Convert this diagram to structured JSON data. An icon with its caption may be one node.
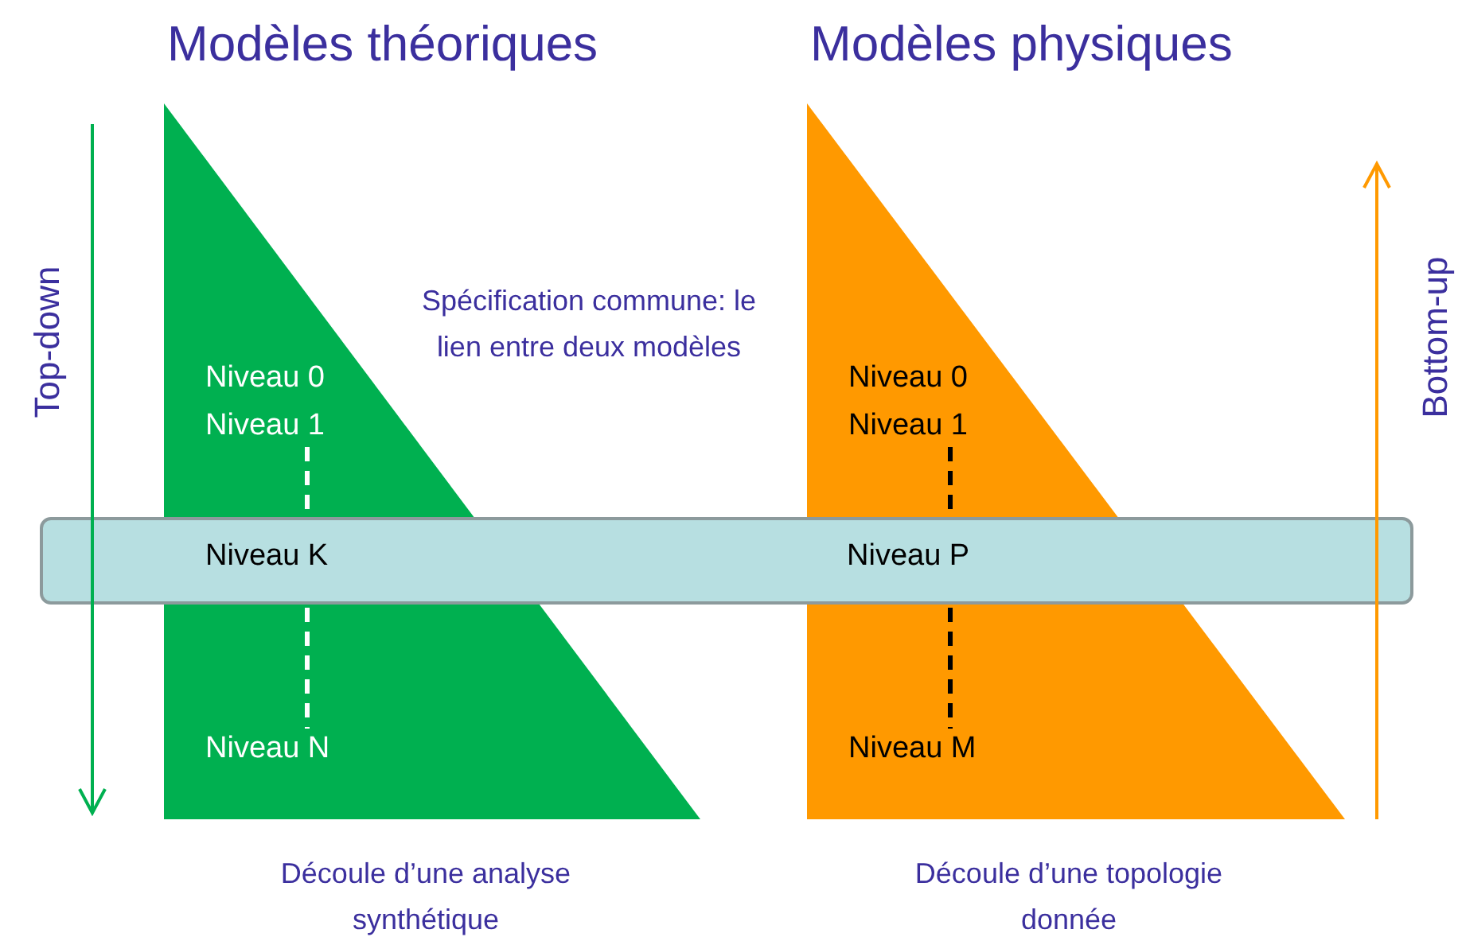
{
  "diagram": {
    "nodes": [
      {
        "text": [
          "Modèles théoriques"
        ],
        "beside": [
          "Découle d’une analyse synthétique"
        ]
      },
      {
        "text": [
          "Niveau 0"
        ],
        "in": 0
      },
      {
        "text": [
          "Niveau 1"
        ],
        "in": 0
      },
      {
        "text": [
          "Niveau N"
        ],
        "in": 0
      },
      {
        "text": [
          "Modèles physiques"
        ],
        "beside": [
          "Découle d’une topologie donnée"
        ]
      },
      {
        "text": [
          "Niveau 0"
        ],
        "in": 4
      },
      {
        "text": [
          "Niveau 1"
        ],
        "in": 4
      },
      {
        "text": [
          "Niveau M"
        ],
        "in": 4
      },
      {
        "text": [],
        "shape": "bar"
      },
      {
        "text": [
          "Niveau K"
        ]
      },
      {
        "text": [
          "Niveau P"
        ]
      }
    ],
    "edges": [
      {
        "from": 2,
        "to": 8,
        "arrow": "none",
        "style": "dashed",
        "color": "#ffffff"
      },
      {
        "from": 8,
        "to": 3,
        "arrow": "none",
        "style": "dashed",
        "color": "#ffffff"
      },
      {
        "from": 6,
        "to": 8,
        "arrow": "none",
        "style": "dashed",
        "color": "#000000"
      },
      {
        "from": 8,
        "to": 7,
        "arrow": "none",
        "style": "dashed",
        "color": "#000000"
      }
    ],
    "labels": [
      "Top-down",
      "Spécification commune: le lien entre deux modèles",
      "Bottom-up"
    ]
  }
}
